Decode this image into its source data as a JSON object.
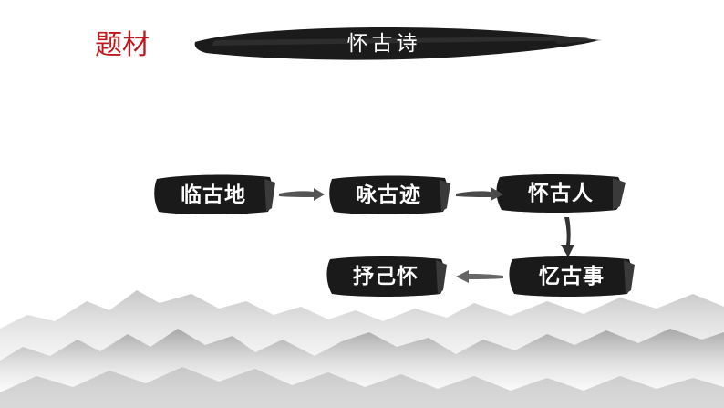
{
  "topic_label": "题材",
  "banner_title": "怀古诗",
  "colors": {
    "topic": "#c0171c",
    "ink": "#1a1a1a",
    "text": "#ffffff",
    "arrow": "#555555",
    "mountain": "#b9b9b9"
  },
  "steps": [
    {
      "label": "临古地"
    },
    {
      "label": "咏古迹"
    },
    {
      "label": "怀古人"
    },
    {
      "label": "忆古事"
    },
    {
      "label": "抒己怀"
    }
  ]
}
